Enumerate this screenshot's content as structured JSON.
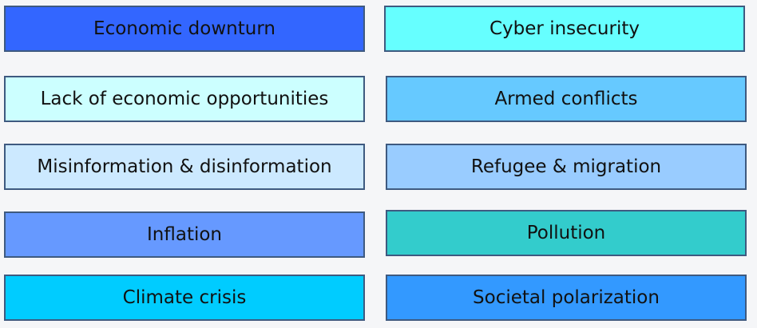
{
  "boxes": [
    {
      "label": "Economic downturn",
      "color": "#3366ff"
    },
    {
      "label": "Lack of economic opportunities",
      "color": "#ccffff"
    },
    {
      "label": "Misinformation & disinformation",
      "color": "#cce9ff"
    },
    {
      "label": "Inflation",
      "color": "#6699ff"
    },
    {
      "label": "Climate crisis",
      "color": "#00ccff"
    },
    {
      "label": "Cyber insecurity",
      "color": "#66ffff"
    },
    {
      "label": "Armed conflicts",
      "color": "#66c9ff"
    },
    {
      "label": "Refugee & migration",
      "color": "#99ccff"
    },
    {
      "label": "Pollution",
      "color": "#33cccc"
    },
    {
      "label": "Societal polarization",
      "color": "#3399ff"
    }
  ]
}
